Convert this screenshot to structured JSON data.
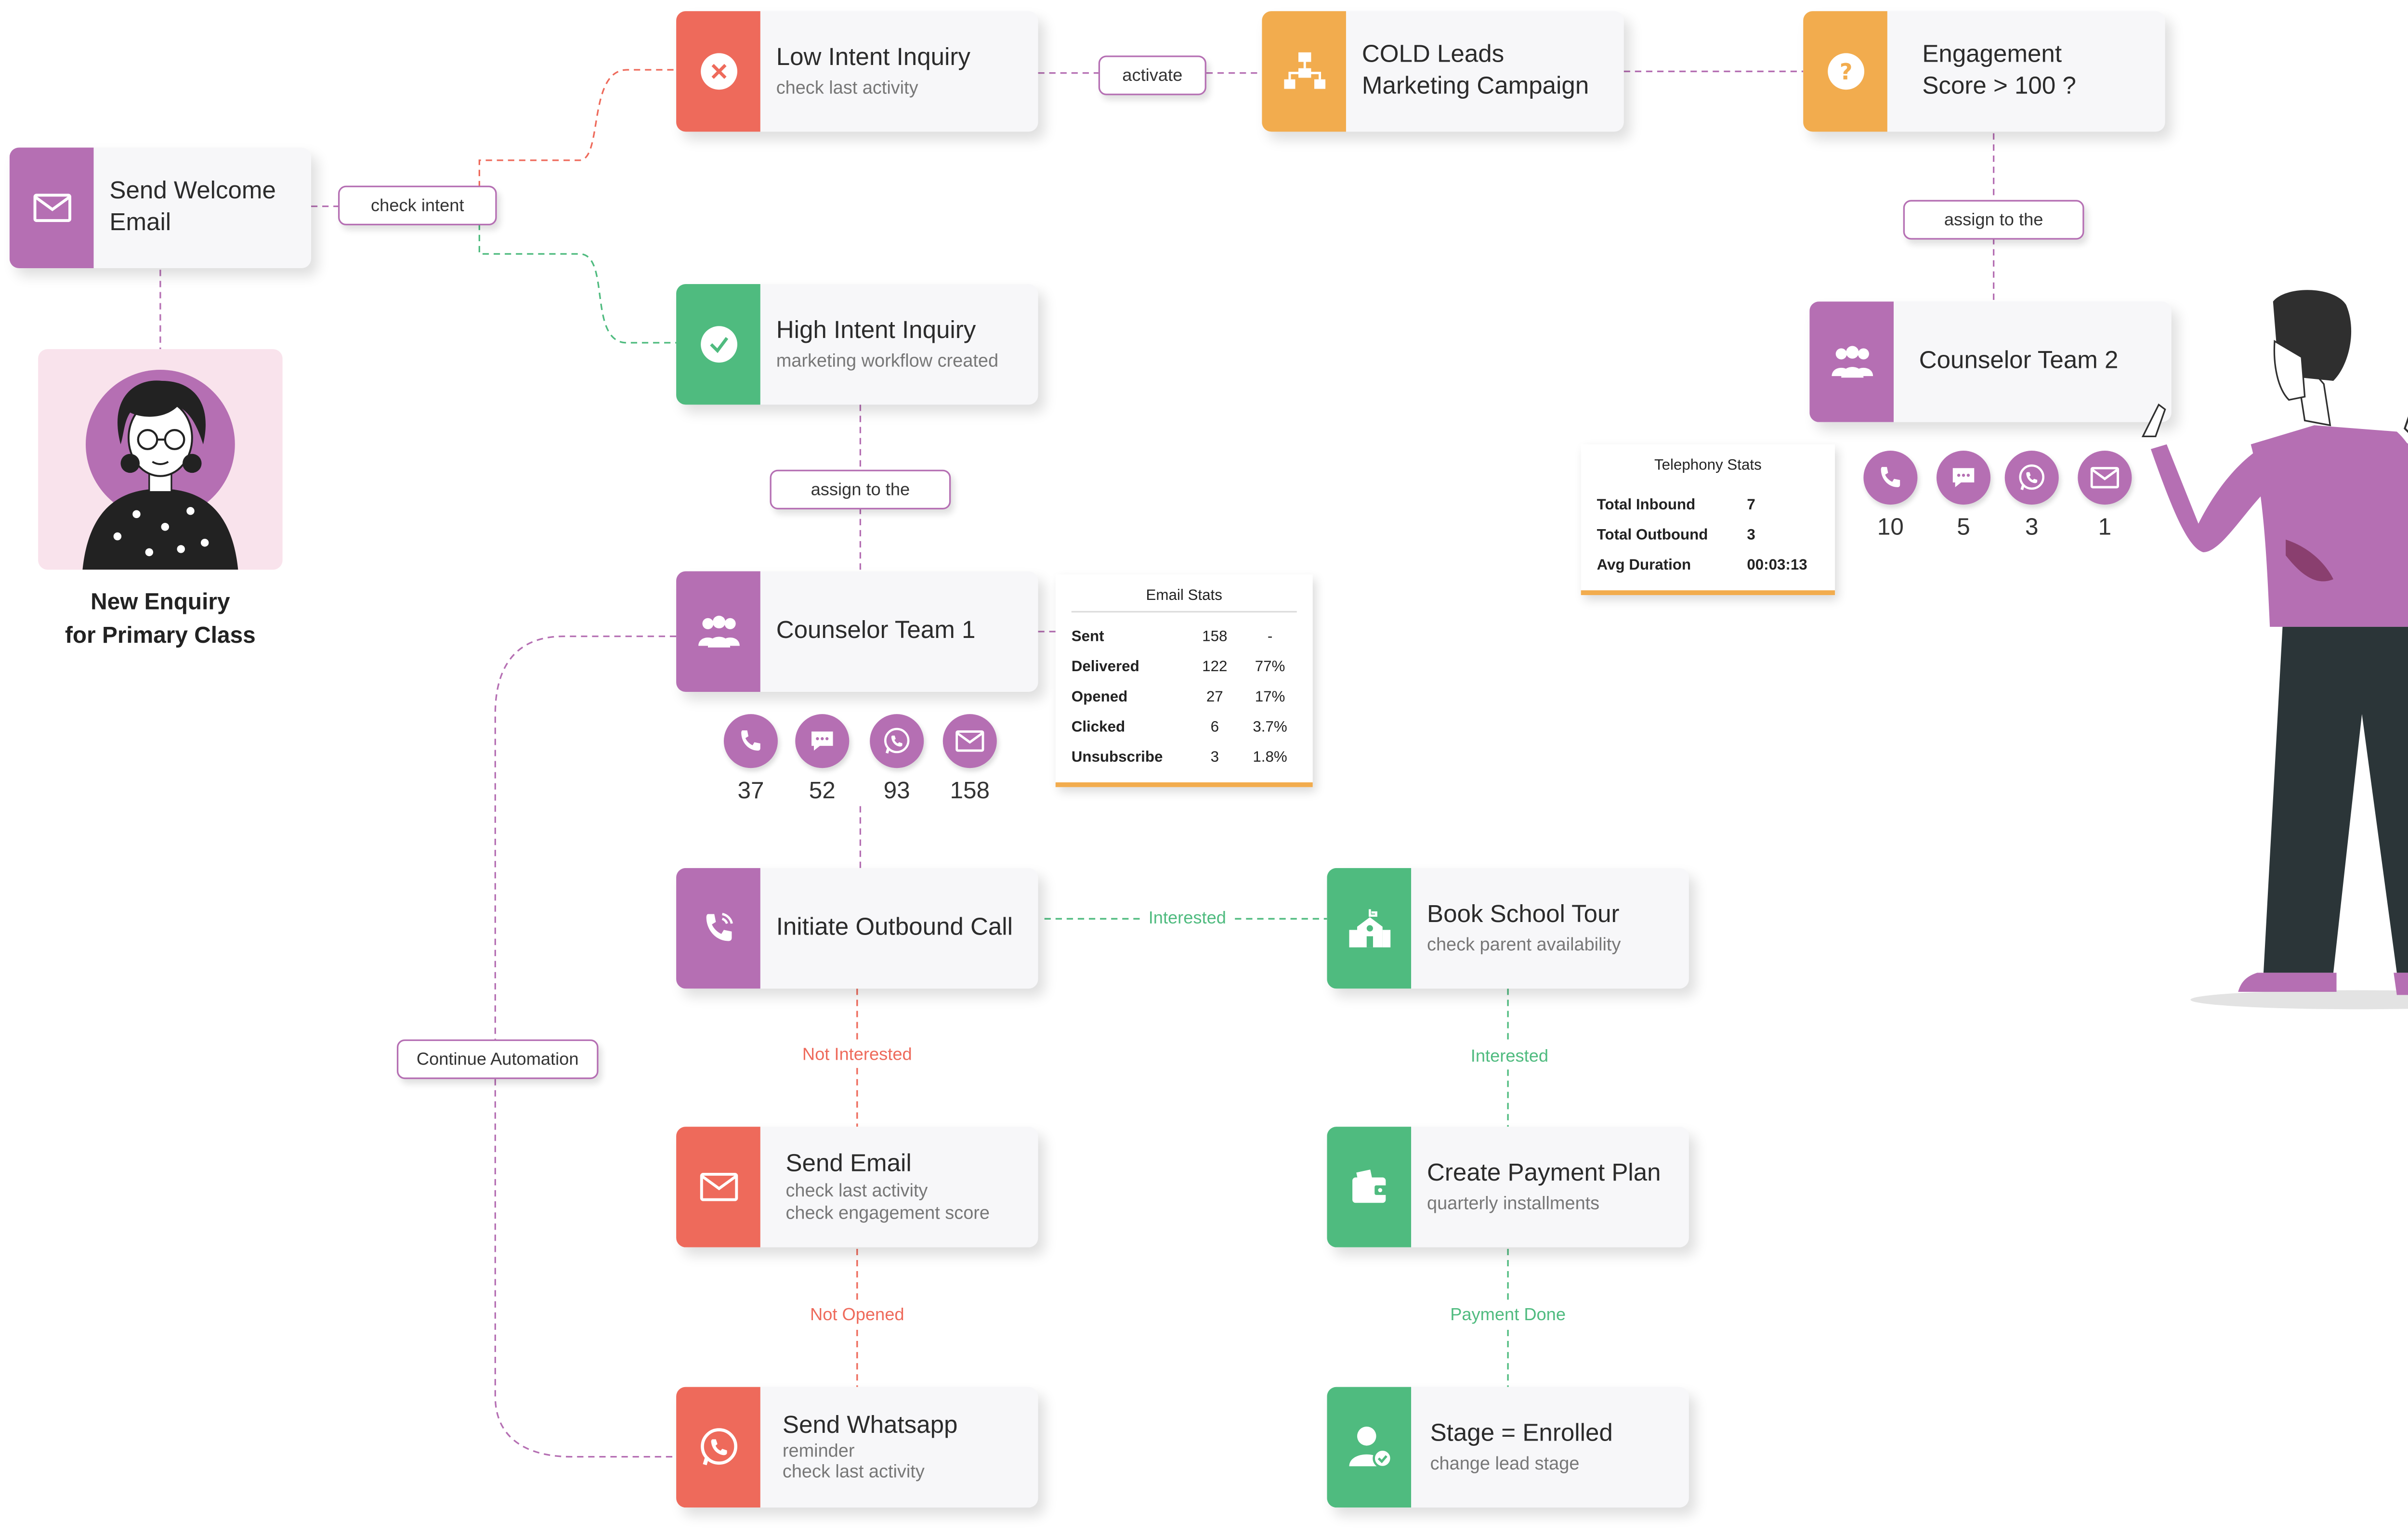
{
  "colors": {
    "purple": "#b56fb3",
    "red": "#ee6a5b",
    "orange": "#f2ac4e",
    "green": "#4fbb7f"
  },
  "enquiry": {
    "line1": "New Enquiry",
    "line2": "for Primary Class"
  },
  "nodes": {
    "welcome": {
      "title": "Send Welcome Email",
      "icon": "envelope-icon"
    },
    "low_intent": {
      "title": "Low Intent Inquiry",
      "subtitle": "check last activity",
      "icon": "close-icon"
    },
    "cold_leads": {
      "line1": "COLD Leads",
      "line2": "Marketing Campaign",
      "icon": "workflow-icon"
    },
    "engagement": {
      "line1": "Engagement",
      "line2": "Score > 100 ?",
      "icon": "question-icon"
    },
    "high_intent": {
      "title": "High Intent Inquiry",
      "subtitle": "marketing workflow created",
      "icon": "check-icon"
    },
    "counselor1": {
      "title": "Counselor Team 1",
      "icon": "team-icon"
    },
    "counselor2": {
      "title": "Counselor Team 2",
      "icon": "team-icon"
    },
    "outbound": {
      "title": "Initiate Outbound Call",
      "icon": "phone-call-icon"
    },
    "school_tour": {
      "title": "Book School Tour",
      "subtitle": "check parent availability",
      "icon": "school-icon"
    },
    "send_email": {
      "title": "Send Email",
      "sub1": "check last activity",
      "sub2": "check engagement score",
      "icon": "envelope-icon"
    },
    "payment_plan": {
      "title": "Create Payment Plan",
      "subtitle": "quarterly installments",
      "icon": "wallet-icon"
    },
    "whatsapp": {
      "title": "Send Whatsapp",
      "sub1": "reminder",
      "sub2": "check last activity",
      "icon": "whatsapp-icon"
    },
    "enrolled": {
      "title": "Stage = Enrolled",
      "subtitle": "change lead stage",
      "icon": "user-check-icon"
    }
  },
  "pills": {
    "check_intent": "check intent",
    "activate": "activate",
    "assign1": "assign to the",
    "assign2": "assign to the",
    "continue": "Continue Automation"
  },
  "edge_labels": {
    "interested1": "Interested",
    "interested2": "Interested",
    "not_interested": "Not Interested",
    "not_opened": "Not Opened",
    "payment_done": "Payment Done"
  },
  "channels1": [
    {
      "icon": "phone-icon",
      "count": "37"
    },
    {
      "icon": "chat-icon",
      "count": "52"
    },
    {
      "icon": "whatsapp-icon",
      "count": "93"
    },
    {
      "icon": "envelope-icon",
      "count": "158"
    }
  ],
  "channels2": [
    {
      "icon": "phone-icon",
      "count": "10"
    },
    {
      "icon": "chat-icon",
      "count": "5"
    },
    {
      "icon": "whatsapp-icon",
      "count": "3"
    },
    {
      "icon": "envelope-icon",
      "count": "1"
    }
  ],
  "email_stats": {
    "title": "Email Stats",
    "rows": [
      {
        "label": "Sent",
        "count": "158",
        "pct": "-"
      },
      {
        "label": "Delivered",
        "count": "122",
        "pct": "77%"
      },
      {
        "label": "Opened",
        "count": "27",
        "pct": "17%"
      },
      {
        "label": "Clicked",
        "count": "6",
        "pct": "3.7%"
      },
      {
        "label": "Unsubscribe",
        "count": "3",
        "pct": "1.8%"
      }
    ]
  },
  "telephony_stats": {
    "title": "Telephony Stats",
    "rows": [
      {
        "label": "Total Inbound",
        "value": "7"
      },
      {
        "label": "Total Outbound",
        "value": "3"
      },
      {
        "label": "Avg Duration",
        "value": "00:03:13"
      }
    ]
  }
}
